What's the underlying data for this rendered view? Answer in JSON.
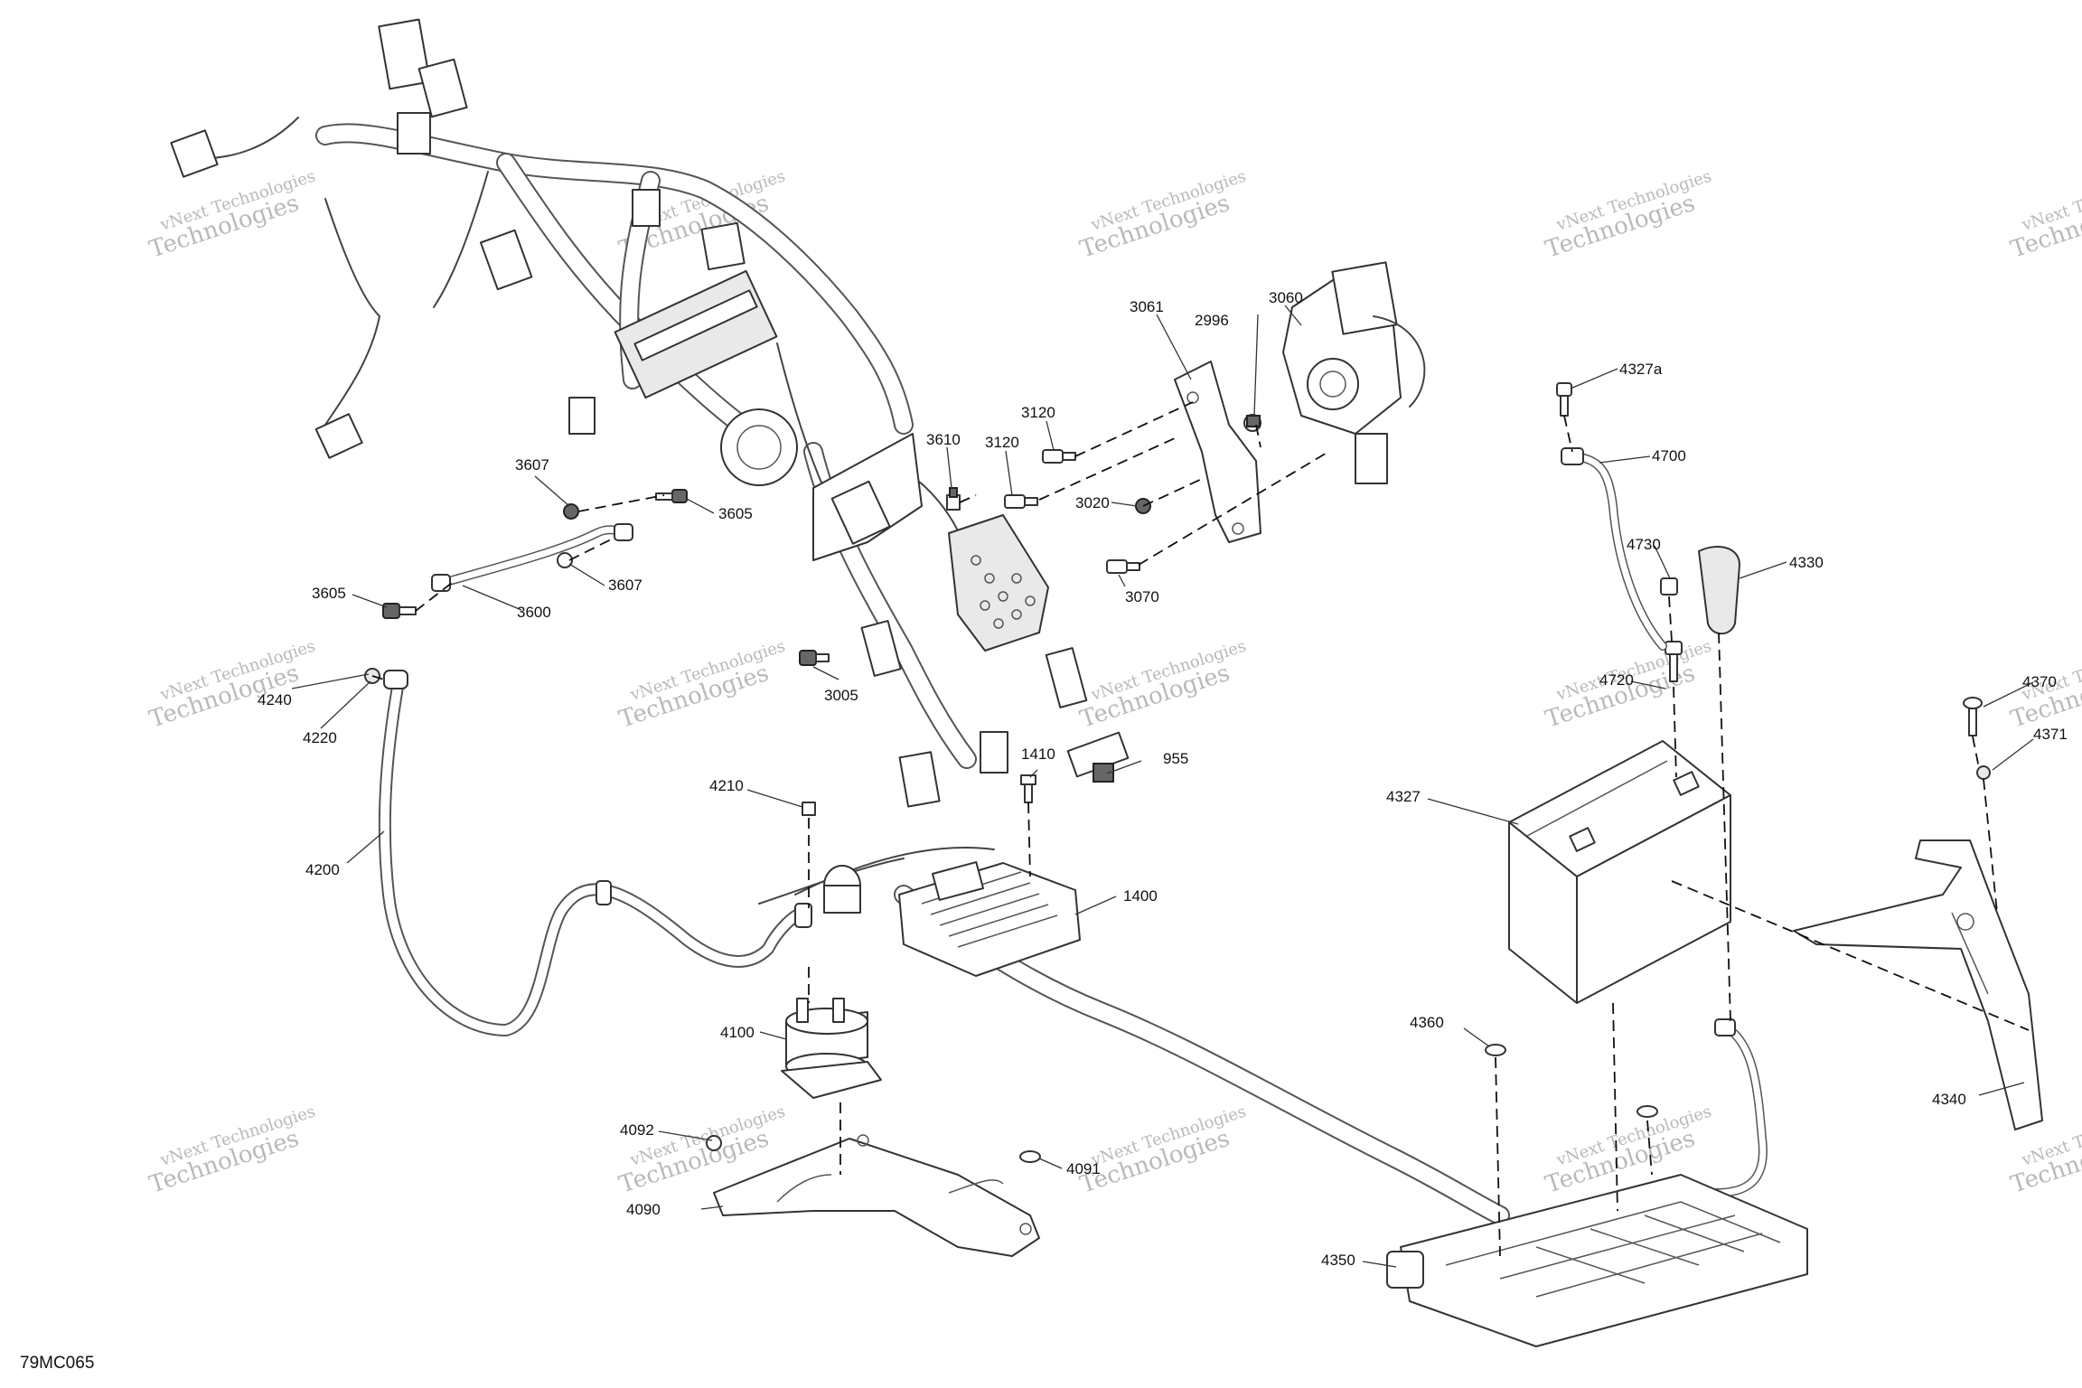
{
  "figure_id": "79MC065",
  "watermark": {
    "line1": "vNext Technologies",
    "line2": "Technologies"
  },
  "callouts": [
    {
      "id": "c2996",
      "label": "2996"
    },
    {
      "id": "c3061",
      "label": "3061"
    },
    {
      "id": "c3060",
      "label": "3060"
    },
    {
      "id": "c3120a",
      "label": "3120"
    },
    {
      "id": "c3120b",
      "label": "3120"
    },
    {
      "id": "c3610",
      "label": "3610"
    },
    {
      "id": "c3020",
      "label": "3020"
    },
    {
      "id": "c3070",
      "label": "3070"
    },
    {
      "id": "c3005",
      "label": "3005"
    },
    {
      "id": "c3607a",
      "label": "3607"
    },
    {
      "id": "c3605a",
      "label": "3605"
    },
    {
      "id": "c3605b",
      "label": "3605"
    },
    {
      "id": "c3607b",
      "label": "3607"
    },
    {
      "id": "c3600",
      "label": "3600"
    },
    {
      "id": "c4240",
      "label": "4240"
    },
    {
      "id": "c4220",
      "label": "4220"
    },
    {
      "id": "c4200",
      "label": "4200"
    },
    {
      "id": "c4210",
      "label": "4210"
    },
    {
      "id": "c1410",
      "label": "1410"
    },
    {
      "id": "c955",
      "label": "955"
    },
    {
      "id": "c1400",
      "label": "1400"
    },
    {
      "id": "c4100",
      "label": "4100"
    },
    {
      "id": "c4092",
      "label": "4092"
    },
    {
      "id": "c4091",
      "label": "4091"
    },
    {
      "id": "c4090",
      "label": "4090"
    },
    {
      "id": "c4327a",
      "label": "4327a"
    },
    {
      "id": "c4700",
      "label": "4700"
    },
    {
      "id": "c4730",
      "label": "4730"
    },
    {
      "id": "c4330",
      "label": "4330"
    },
    {
      "id": "c4720",
      "label": "4720"
    },
    {
      "id": "c4327",
      "label": "4327"
    },
    {
      "id": "c4370",
      "label": "4370"
    },
    {
      "id": "c4371",
      "label": "4371"
    },
    {
      "id": "c4360",
      "label": "4360"
    },
    {
      "id": "c4340",
      "label": "4340"
    },
    {
      "id": "c4350",
      "label": "4350"
    }
  ]
}
